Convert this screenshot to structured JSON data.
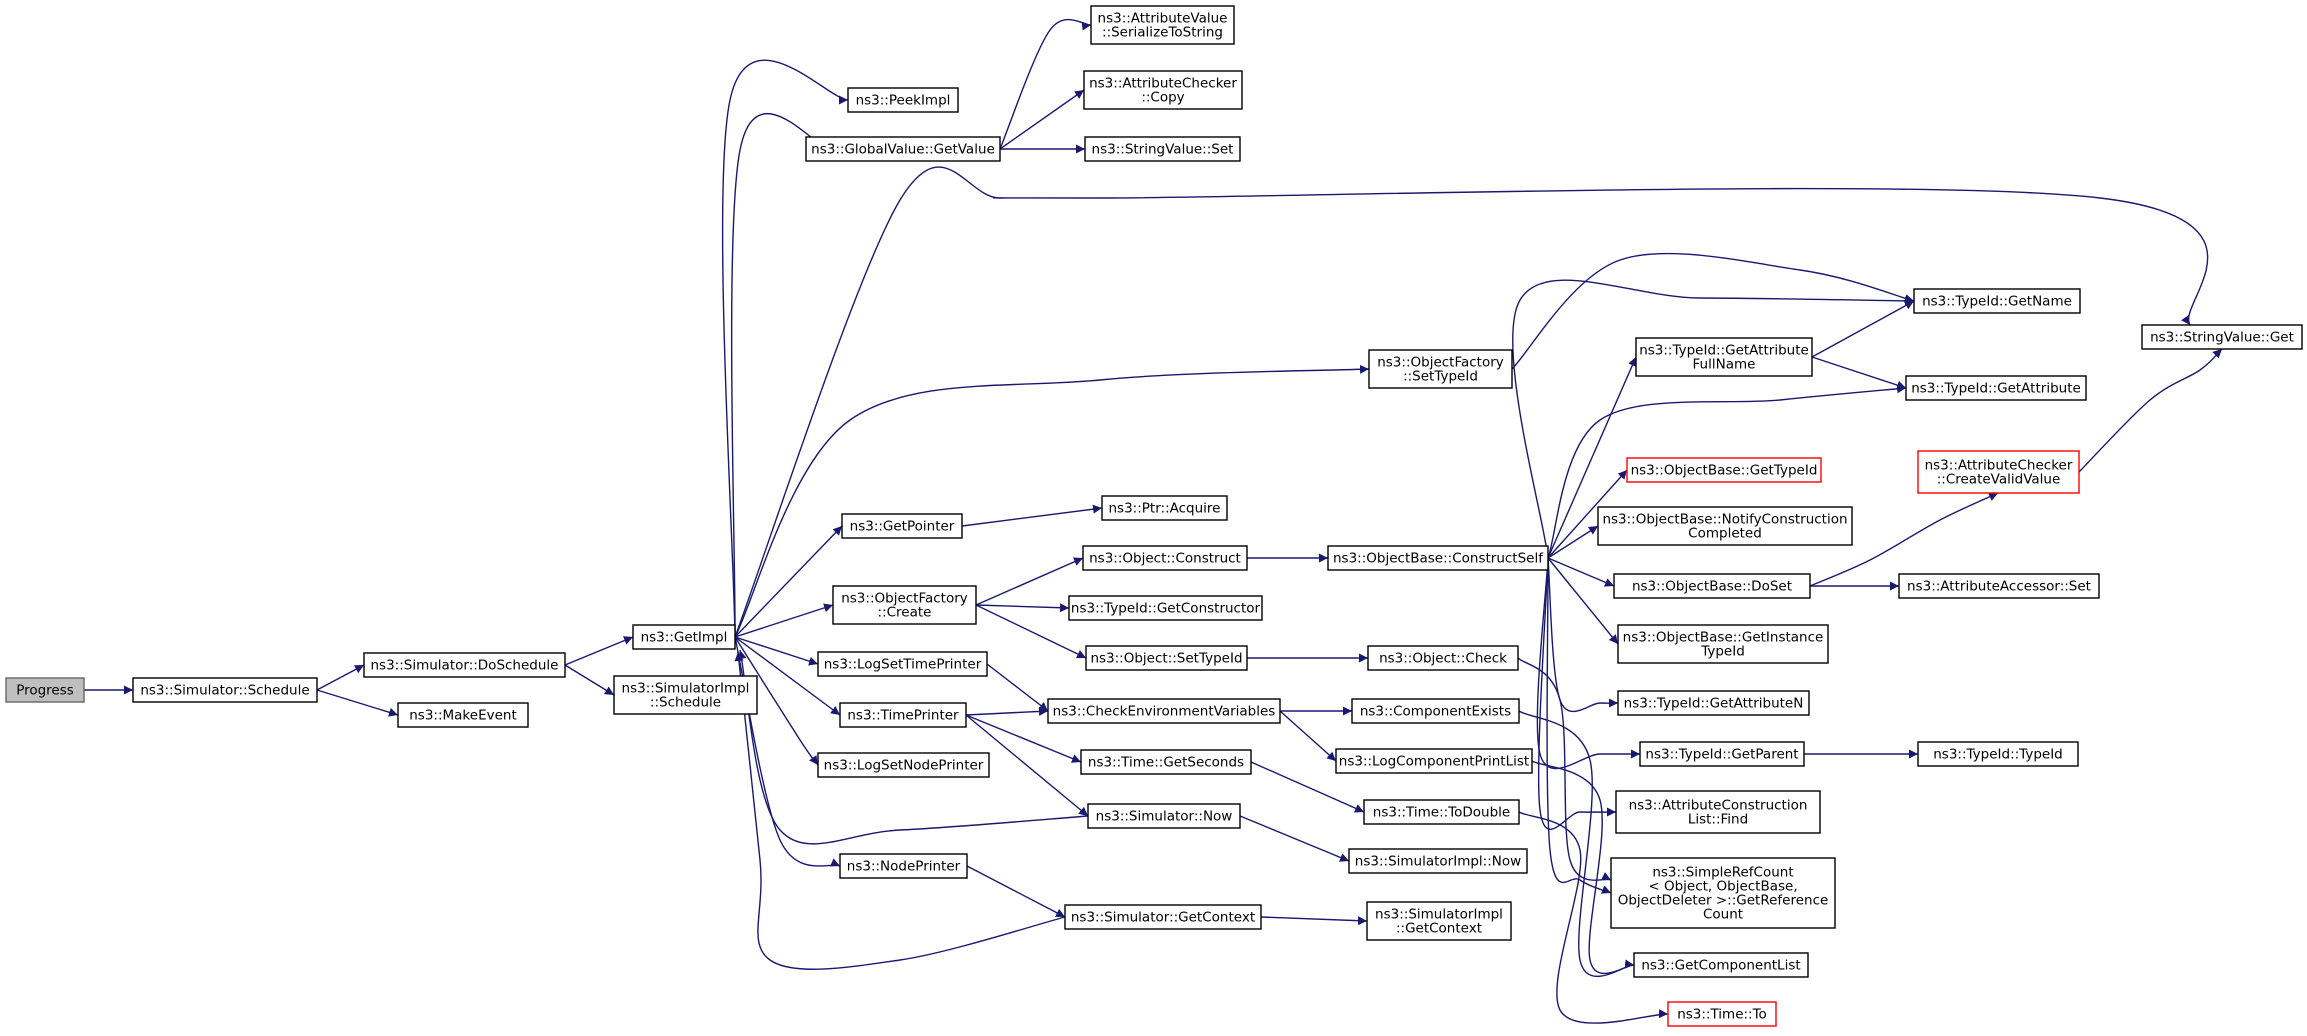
{
  "colors": {
    "edge": "#191970",
    "node_border": "#000000",
    "root_fill": "#bfbfbf",
    "highlight_border": "#ff0000"
  },
  "nodes": {
    "progress": {
      "lines": [
        "Progress"
      ]
    },
    "sim_schedule": {
      "lines": [
        "ns3::Simulator::Schedule"
      ]
    },
    "do_schedule": {
      "lines": [
        "ns3::Simulator::DoSchedule"
      ]
    },
    "make_event": {
      "lines": [
        "ns3::MakeEvent"
      ]
    },
    "get_impl": {
      "lines": [
        "ns3::GetImpl"
      ]
    },
    "simimpl_schedule": {
      "lines": [
        "ns3::SimulatorImpl",
        "::Schedule"
      ]
    },
    "peek_impl": {
      "lines": [
        "ns3::PeekImpl"
      ]
    },
    "gv_getvalue": {
      "lines": [
        "ns3::GlobalValue::GetValue"
      ]
    },
    "av_serialize": {
      "lines": [
        "ns3::AttributeValue",
        "::SerializeToString"
      ]
    },
    "ac_copy": {
      "lines": [
        "ns3::AttributeChecker",
        "::Copy"
      ]
    },
    "sv_set": {
      "lines": [
        "ns3::StringValue::Set"
      ]
    },
    "sv_get": {
      "lines": [
        "ns3::StringValue::Get"
      ]
    },
    "of_settypeid": {
      "lines": [
        "ns3::ObjectFactory",
        "::SetTypeId"
      ]
    },
    "tid_getname": {
      "lines": [
        "ns3::TypeId::GetName"
      ]
    },
    "tid_getattrfull": {
      "lines": [
        "ns3::TypeId::GetAttribute",
        "FullName"
      ]
    },
    "tid_getattr": {
      "lines": [
        "ns3::TypeId::GetAttribute"
      ]
    },
    "ob_gettypeid": {
      "lines": [
        "ns3::ObjectBase::GetTypeId"
      ]
    },
    "ac_createvalid": {
      "lines": [
        "ns3::AttributeChecker",
        "::CreateValidValue"
      ]
    },
    "get_pointer": {
      "lines": [
        "ns3::GetPointer"
      ]
    },
    "ptr_acquire": {
      "lines": [
        "ns3::Ptr::Acquire"
      ]
    },
    "ob_notify": {
      "lines": [
        "ns3::ObjectBase::NotifyConstruction",
        "Completed"
      ]
    },
    "of_create": {
      "lines": [
        "ns3::ObjectFactory",
        "::Create"
      ]
    },
    "obj_construct": {
      "lines": [
        "ns3::Object::Construct"
      ]
    },
    "ob_constructself": {
      "lines": [
        "ns3::ObjectBase::ConstructSelf"
      ]
    },
    "ob_doset": {
      "lines": [
        "ns3::ObjectBase::DoSet"
      ]
    },
    "aa_set": {
      "lines": [
        "ns3::AttributeAccessor::Set"
      ]
    },
    "tid_getconstructor": {
      "lines": [
        "ns3::TypeId::GetConstructor"
      ]
    },
    "ob_getinstance": {
      "lines": [
        "ns3::ObjectBase::GetInstance",
        "TypeId"
      ]
    },
    "obj_settypeid": {
      "lines": [
        "ns3::Object::SetTypeId"
      ]
    },
    "obj_check": {
      "lines": [
        "ns3::Object::Check"
      ]
    },
    "log_settimeprinter": {
      "lines": [
        "ns3::LogSetTimePrinter"
      ]
    },
    "check_env": {
      "lines": [
        "ns3::CheckEnvironmentVariables"
      ]
    },
    "comp_exists": {
      "lines": [
        "ns3::ComponentExists"
      ]
    },
    "tid_getattrn": {
      "lines": [
        "ns3::TypeId::GetAttributeN"
      ]
    },
    "time_printer": {
      "lines": [
        "ns3::TimePrinter"
      ]
    },
    "log_comp_printlist": {
      "lines": [
        "ns3::LogComponentPrintList"
      ]
    },
    "tid_getparent": {
      "lines": [
        "ns3::TypeId::GetParent"
      ]
    },
    "tid_typeid": {
      "lines": [
        "ns3::TypeId::TypeId"
      ]
    },
    "time_getseconds": {
      "lines": [
        "ns3::Time::GetSeconds"
      ]
    },
    "log_setnodeprinter": {
      "lines": [
        "ns3::LogSetNodePrinter"
      ]
    },
    "acl_find": {
      "lines": [
        "ns3::AttributeConstruction",
        "List::Find"
      ]
    },
    "time_todouble": {
      "lines": [
        "ns3::Time::ToDouble"
      ]
    },
    "sim_now": {
      "lines": [
        "ns3::Simulator::Now"
      ]
    },
    "simimpl_now": {
      "lines": [
        "ns3::SimulatorImpl::Now"
      ]
    },
    "node_printer": {
      "lines": [
        "ns3::NodePrinter"
      ]
    },
    "simple_refcount": {
      "lines": [
        "ns3::SimpleRefCount",
        "< Object, ObjectBase,",
        " ObjectDeleter >::GetReference",
        "Count"
      ]
    },
    "sim_getcontext": {
      "lines": [
        "ns3::Simulator::GetContext"
      ]
    },
    "simimpl_getcontext": {
      "lines": [
        "ns3::SimulatorImpl",
        "::GetContext"
      ]
    },
    "get_comp_list": {
      "lines": [
        "ns3::GetComponentList"
      ]
    },
    "time_to": {
      "lines": [
        "ns3::Time::To"
      ]
    }
  }
}
